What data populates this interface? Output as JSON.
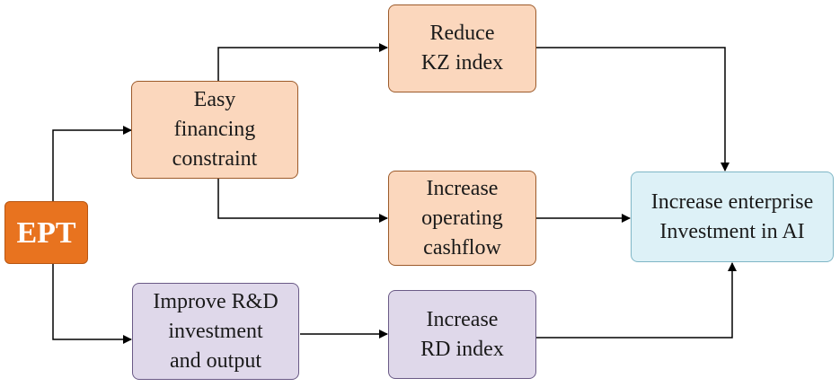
{
  "nodes": {
    "ept": "EPT",
    "easy_financing": "Easy\nfinancing\nconstraint",
    "reduce_kz": "Reduce\nKZ index",
    "increase_cashflow": "Increase\noperating\ncashflow",
    "increase_investment_ai": "Increase enterprise\nInvestment in AI",
    "improve_rd": "Improve R&D\ninvestment\nand output",
    "increase_rd": "Increase\nRD index"
  },
  "colors": {
    "source_node": "#e8731f",
    "financing_path": "#fbd7bd",
    "rd_path": "#dfd8ea",
    "outcome": "#ddf1f7",
    "arrow": "#000000"
  }
}
